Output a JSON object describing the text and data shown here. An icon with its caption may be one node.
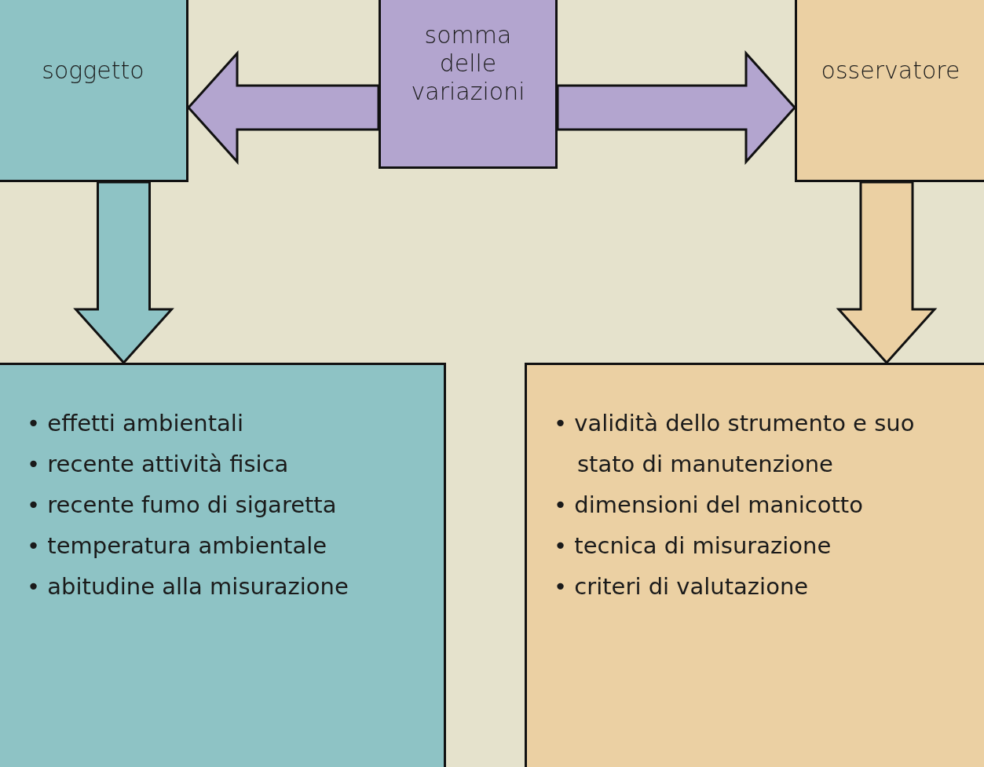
{
  "diagram": {
    "nodes": [
      {
        "text": [
          "soggetto"
        ]
      },
      {
        "text": [
          "somma delle variazioni"
        ]
      },
      {
        "text": [
          "osservatore"
        ]
      },
      {
        "text": [
          "• effetti ambientali",
          "• recente attività fisica",
          "• recente fumo di sigaretta",
          "• temperatura ambientale",
          "• abitudine alla misurazione"
        ]
      },
      {
        "text": [
          "• validità dello strumento e suo stato di manutenzione",
          "• dimensioni del manicotto",
          "• tecnica di misurazione",
          "• criteri di valutazione"
        ]
      }
    ],
    "edges": [
      {
        "from": 1,
        "to": 0,
        "arrow": "to",
        "color": "#b3a5cf"
      },
      {
        "from": 1,
        "to": 2,
        "arrow": "to",
        "color": "#b3a5cf"
      },
      {
        "from": 0,
        "to": 3,
        "arrow": "to",
        "color": "#8ec3c5"
      },
      {
        "from": 2,
        "to": 4,
        "arrow": "to",
        "color": "#ebd0a3"
      }
    ]
  }
}
